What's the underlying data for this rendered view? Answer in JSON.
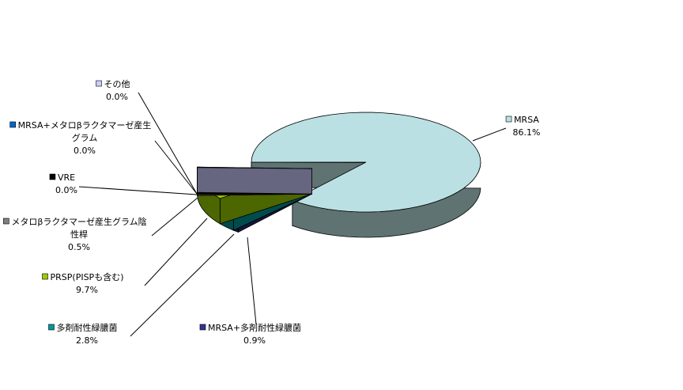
{
  "chart_data": {
    "type": "pie",
    "style": "3d-exploded",
    "title": "",
    "unit": "%",
    "slices": [
      {
        "name": "MRSA",
        "lines": [
          "MRSA"
        ],
        "value": 86.1,
        "label": "86.1%",
        "color": "#BBE0E3",
        "side": "#5F7373",
        "explode": false
      },
      {
        "name": "MRSA+多剤耐性緑膿菌",
        "lines": [
          "MRSA+多剤耐性緑膿菌"
        ],
        "value": 0.9,
        "label": "0.9%",
        "color": "#1C1C50",
        "side": "#16163C",
        "legend_color": "#333399",
        "explode": true
      },
      {
        "name": "多剤耐性緑膿菌",
        "lines": [
          "多剤耐性緑膿菌"
        ],
        "value": 2.8,
        "label": "2.8%",
        "color": "#009999",
        "side": "#004C4C",
        "explode": true
      },
      {
        "name": "PRSP(PISPも含む)",
        "lines": [
          "PRSP(PISPも含む)"
        ],
        "value": 9.7,
        "label": "9.7%",
        "color": "#99CC00",
        "side": "#4C6600",
        "explode": true
      },
      {
        "name": "メタロβラクタマーゼ産生グラム陰性桿",
        "lines": [
          "メタロβラクタマーゼ産生グラム陰",
          "性桿"
        ],
        "value": 0.5,
        "label": "0.5%",
        "color": "#404040",
        "side": "#303030",
        "legend_color": "#808080",
        "explode": true
      },
      {
        "name": "VRE",
        "lines": [
          "VRE"
        ],
        "value": 0.0,
        "label": "0.0%",
        "color": "#000000",
        "side": "#000000",
        "explode": true
      },
      {
        "name": "MRSA+メタロβラクタマーゼ産生グラム",
        "lines": [
          "MRSA+メタロβラクタマーゼ産生",
          "グラム"
        ],
        "value": 0.0,
        "label": "0.0%",
        "color": "#0066CC",
        "side": "#003366",
        "explode": true
      },
      {
        "name": "その他",
        "lines": [
          "その他"
        ],
        "value": 0.0,
        "label": "0.0%",
        "color": "#CCCCFF",
        "side": "#666680",
        "explode": true
      }
    ]
  }
}
